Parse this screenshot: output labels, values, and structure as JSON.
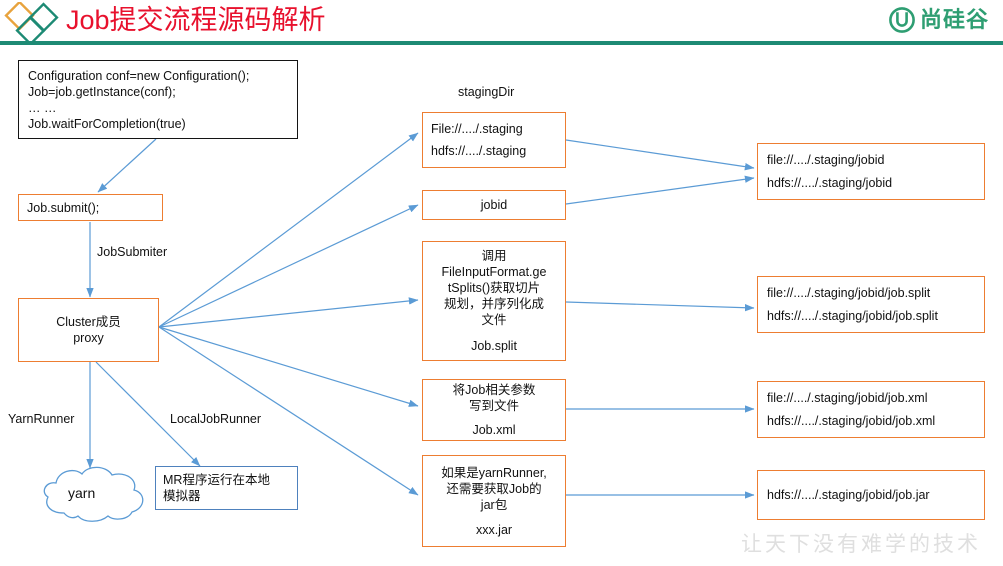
{
  "header": {
    "title": "Job提交流程源码解析",
    "brand": "尚硅谷",
    "brand_icon": "u-logo-icon",
    "logo_icon": "diamonds-logo-icon",
    "title_color": "#E8112D",
    "rule_color": "#1D8A74",
    "brand_color": "#2E9E72"
  },
  "colors": {
    "box_orange": "#ED7D31",
    "box_black": "#141414",
    "box_blue": "#4E81BD",
    "arrow": "#5B9BD5"
  },
  "flow": {
    "code_box": {
      "lines": [
        "Configuration conf=new Configuration();",
        "Job=job.getInstance(conf);",
        "… …",
        "Job.waitForCompletion(true)"
      ]
    },
    "submit_box": {
      "lines": [
        "Job.submit();"
      ]
    },
    "cluster_box": {
      "lines": [
        "Cluster成员",
        "proxy"
      ]
    },
    "labels": {
      "job_submiter": "JobSubmiter",
      "yarn_runner": "YarnRunner",
      "local_job_runner": "LocalJobRunner",
      "staging_dir": "stagingDir"
    },
    "yarn_cloud": {
      "label": "yarn"
    },
    "local_box": {
      "lines": [
        "MR程序运行在本地",
        "模拟器"
      ]
    }
  },
  "middle_boxes": [
    {
      "id": "staging",
      "lines": [
        "File://..../.staging",
        "hdfs://..../.staging"
      ],
      "align": "left"
    },
    {
      "id": "jobid",
      "lines": [
        "jobid"
      ],
      "align": "center"
    },
    {
      "id": "split",
      "lines": [
        "调用",
        "FileInputFormat.ge",
        "tSplits()获取切片",
        "规划，并序列化成",
        "文件"
      ],
      "footer": "Job.split",
      "align": "center"
    },
    {
      "id": "xml",
      "lines": [
        "将Job相关参数",
        "写到文件"
      ],
      "footer": "Job.xml",
      "align": "center"
    },
    {
      "id": "jar",
      "lines": [
        "如果是yarnRunner,",
        "还需要获取Job的",
        "jar包"
      ],
      "footer": "xxx.jar",
      "align": "center"
    }
  ],
  "right_boxes": [
    {
      "id": "r-jobid",
      "lines": [
        "file://..../.staging/jobid",
        "hdfs://..../.staging/jobid"
      ]
    },
    {
      "id": "r-split",
      "lines": [
        "file://..../.staging/jobid/job.split",
        "hdfs://..../.staging/jobid/job.split"
      ]
    },
    {
      "id": "r-xml",
      "lines": [
        "file://..../.staging/jobid/job.xml",
        "hdfs://..../.staging/jobid/job.xml"
      ]
    },
    {
      "id": "r-jar",
      "lines": [
        "hdfs://..../.staging/jobid/job.jar"
      ]
    }
  ],
  "watermark": "让天下没有难学的技术"
}
